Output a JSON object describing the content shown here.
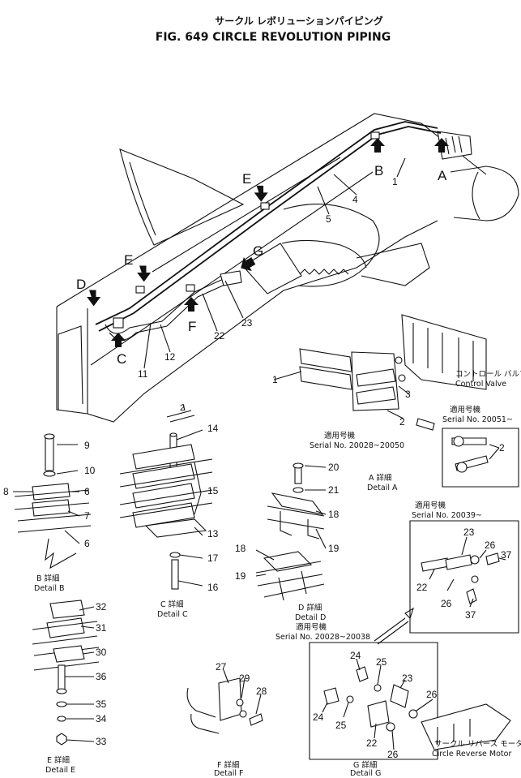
{
  "header": {
    "jp_title": "サークル レボリューションパイピング",
    "fig_title": "FIG. 649  CIRCLE REVOLUTION PIPING"
  },
  "main_labels": {
    "A": "A",
    "B": "B",
    "C": "C",
    "D": "D",
    "E": "E",
    "F": "F",
    "G": "G",
    "n1": "1",
    "n4": "4",
    "n5": "5",
    "n11": "11",
    "n12": "12",
    "n22": "22",
    "n23": "23"
  },
  "detail_a": {
    "n1": "1",
    "n2": "2",
    "n3": "3",
    "control_valve_jp": "コントロール バルブ",
    "control_valve": "Control Valve",
    "applic_jp_1": "適用号機",
    "serial_1": "Serial No. 20028~20050",
    "applic_jp_2": "適用号機",
    "serial_2": "Serial No. 20051~",
    "n2b": "2",
    "caption_jp": "A 詳細",
    "caption": "Detail A"
  },
  "detail_b": {
    "n9": "9",
    "n10": "10",
    "n8": "8",
    "n6a": "6",
    "n7": "7",
    "n6b": "6",
    "caption_jp": "B 詳細",
    "caption": "Detail B"
  },
  "detail_c": {
    "n2": "2",
    "n14": "14",
    "n15": "15",
    "n13": "13",
    "n17": "17",
    "n16": "16",
    "caption_jp": "C 詳細",
    "caption": "Detail C"
  },
  "detail_d": {
    "n20": "20",
    "n21": "21",
    "n18a": "18",
    "n19a": "19",
    "n18b": "18",
    "n19b": "19",
    "caption_jp": "D 詳細",
    "caption": "Detail D"
  },
  "detail_e": {
    "n32": "32",
    "n31": "31",
    "n30": "30",
    "n36": "36",
    "n35": "35",
    "n34": "34",
    "n33": "33",
    "caption_jp": "E 詳細",
    "caption": "Detail E"
  },
  "detail_f": {
    "n27": "27",
    "n29": "29",
    "n28": "28",
    "caption_jp": "F 詳細",
    "caption": "Detail F"
  },
  "detail_late": {
    "applic_jp": "適用号機",
    "serial": "Serial No. 20039~",
    "n23": "23",
    "n26a": "26",
    "n37a": "37",
    "n22": "22",
    "n26b": "26",
    "n37b": "37"
  },
  "detail_g": {
    "applic_jp": "適用号機",
    "serial": "Serial No. 20028~20038",
    "n24a": "24",
    "n25a": "25",
    "n23": "23",
    "n26a": "26",
    "n24b": "24",
    "n25b": "25",
    "n22": "22",
    "n26b": "26",
    "motor_jp": "サークル リバース モータ",
    "motor": "Circle Reverse Motor",
    "caption_jp": "G 詳細",
    "caption": "Detail G"
  }
}
